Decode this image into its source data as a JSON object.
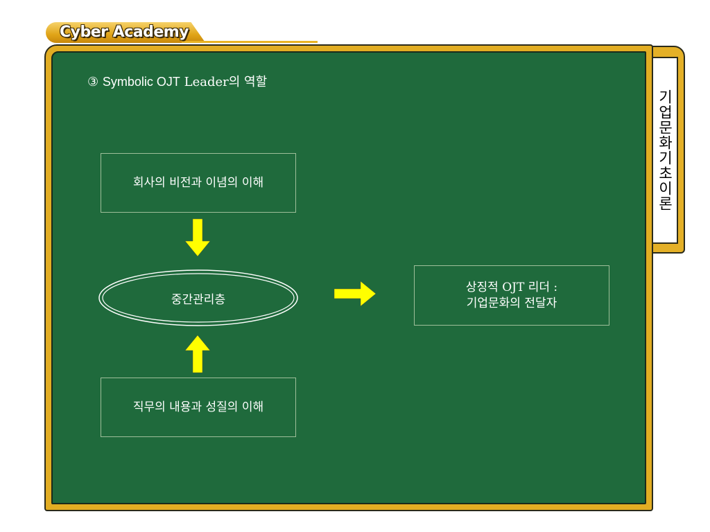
{
  "header": {
    "logo_text": "Cyber Academy",
    "accent_color": "#e2ad23",
    "board_color": "#1f6a3c"
  },
  "side_tab": {
    "label": "기업문화기초이론"
  },
  "slide": {
    "title_num": "③",
    "title_sans": "Symbolic OJT",
    "title_serif": "Leader의 역할"
  },
  "diagram": {
    "top_box": "회사의 비전과 이념의 이해",
    "center_ellipse": "중간관리층",
    "bottom_box": "직무의 내용과 성질의 이해",
    "result_line1": "상징적 OJT 리더 :",
    "result_line2": "기업문화의 전달자",
    "arrow_color": "#ffff00"
  }
}
